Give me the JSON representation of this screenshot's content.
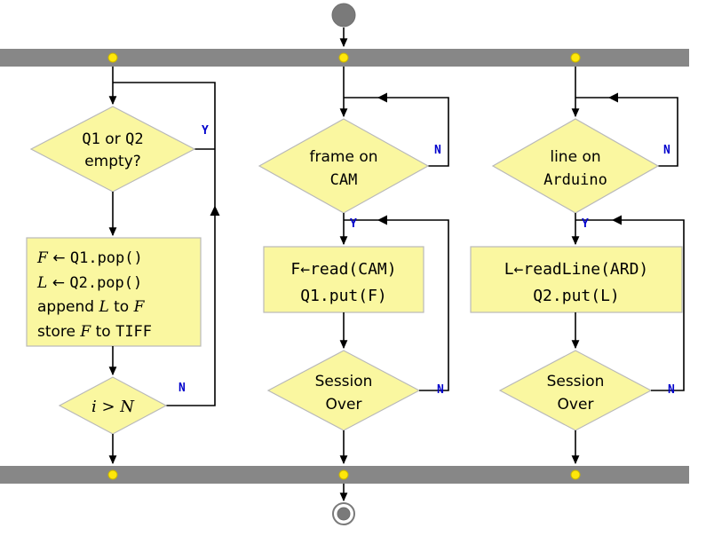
{
  "colors": {
    "bar": "#878787",
    "node_fill": "#FAF7A0",
    "node_border": "#B9B9B9",
    "sync_dot": "#FFE70A",
    "branch_label": "#0000CC",
    "terminal": "#7A7A7A",
    "edge": "#000000"
  },
  "left_thread": {
    "decision_empty": {
      "seg_q1": "Q1",
      "seg_or": " or ",
      "seg_q2": "Q2",
      "line2": "empty?",
      "yes": "Y"
    },
    "process_store": {
      "l1_var": "F",
      "l1_op": " ← ",
      "l1_code": "Q1.pop()",
      "l2_var": "L",
      "l2_op": " ← ",
      "l2_code": "Q2.pop()",
      "l3_t1": "append ",
      "l3_v1": "L",
      "l3_t2": " to ",
      "l3_v2": "F",
      "l4_t1": "store ",
      "l4_v1": "F",
      "l4_t2": " to ",
      "l4_code": "TIFF"
    },
    "decision_count": {
      "label": "i > N",
      "no": "N"
    }
  },
  "camera_thread": {
    "decision_frame": {
      "line1": "frame on",
      "line2": "CAM",
      "no": "N",
      "yes": "Y"
    },
    "process_read": {
      "line1": "F←read(CAM)",
      "line2": "Q1.put(F)"
    },
    "decision_session": {
      "line1": "Session",
      "line2": "Over",
      "no": "N"
    }
  },
  "arduino_thread": {
    "decision_line": {
      "line1": "line on",
      "line2": "Arduino",
      "no": "N",
      "yes": "Y"
    },
    "process_read": {
      "line1": "L←readLine(ARD)",
      "line2": "Q2.put(L)"
    },
    "decision_session": {
      "line1": "Session",
      "line2": "Over",
      "no": "N"
    }
  }
}
